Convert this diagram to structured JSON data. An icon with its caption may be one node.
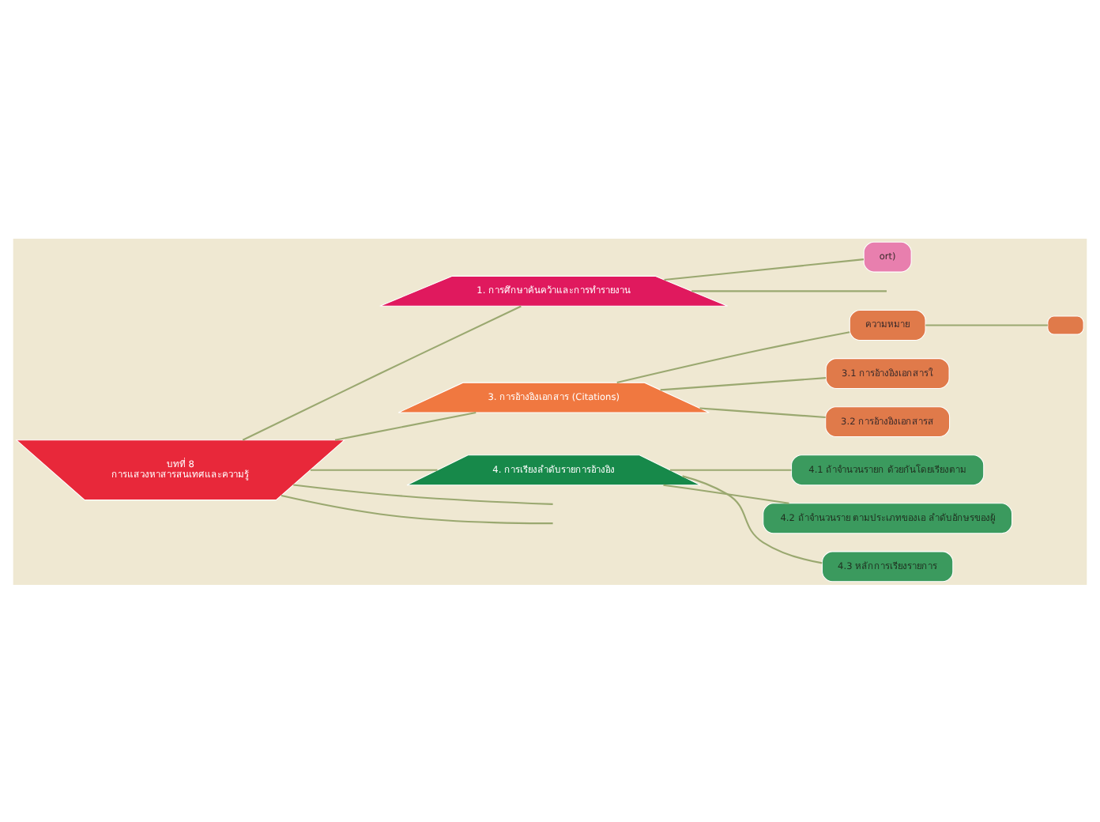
{
  "diagram": {
    "nodes": [
      {
        "text": [
          "บทที่ 8",
          "การแสวงหาสารสนเทศและความรู้"
        ]
      },
      {
        "text": [
          "1. การศึกษาค้นคว้าและการทำรายงาน"
        ]
      },
      {
        "text": [
          "ort)"
        ]
      },
      {
        "text": [
          "3. การอ้างอิงเอกสาร (Citations)"
        ]
      },
      {
        "text": [
          "ความหมาย"
        ]
      },
      {
        "text": [
          "3.1 การอ้างอิงเอกสารใ"
        ]
      },
      {
        "text": [
          "3.2 การอ้างอิงเอกสารส"
        ]
      },
      {
        "text": [
          "4. การเรียงลำดับรายการอ้างอิง"
        ]
      },
      {
        "text": [
          "4.1 ถ้าจำนวนรายก ด้วยกันโดยเรียงตาม"
        ]
      },
      {
        "text": [
          "4.2 ถ้าจำนวนราย ตามประเภทของเอ ลำดับอักษรของผู้"
        ]
      },
      {
        "text": [
          "4.3 หลักการเรียงรายการ"
        ]
      },
      {
        "text": [],
        "shape": "box"
      }
    ],
    "edges": [
      {
        "from": 0,
        "to": 1,
        "arrow": "none"
      },
      {
        "from": 0,
        "to": 3,
        "arrow": "none"
      },
      {
        "from": 0,
        "to": 7,
        "arrow": "none"
      },
      {
        "from": 0,
        "to": null,
        "arrow": "none"
      },
      {
        "from": 0,
        "to": null,
        "arrow": "none"
      },
      {
        "from": 1,
        "to": 2,
        "arrow": "none"
      },
      {
        "from": 1,
        "to": null,
        "arrow": "none"
      },
      {
        "from": 3,
        "to": 4,
        "arrow": "none"
      },
      {
        "from": 3,
        "to": 5,
        "arrow": "none"
      },
      {
        "from": 3,
        "to": 6,
        "arrow": "none"
      },
      {
        "from": 4,
        "to": 11,
        "arrow": "none"
      },
      {
        "from": 7,
        "to": 8,
        "arrow": "none"
      },
      {
        "from": 7,
        "to": 9,
        "arrow": "none"
      },
      {
        "from": 7,
        "to": 10,
        "arrow": "none"
      }
    ]
  }
}
